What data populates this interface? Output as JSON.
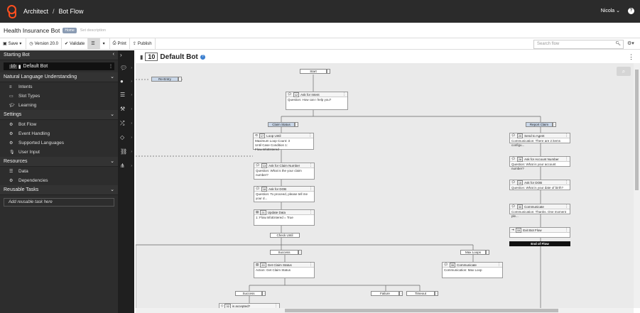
{
  "topbar": {
    "app": "Architect",
    "breadcrumb": "Bot Flow",
    "user": "Nicola",
    "user_chevron": "⌄",
    "help": "?"
  },
  "header": {
    "bot_name": "Health Insurance Bot",
    "badge": "Home",
    "description": "Set description"
  },
  "toolbar": {
    "save": "Save",
    "version": "Version 20.0",
    "validate": "Validate",
    "print": "Print",
    "publish": "Publish",
    "search_placeholder": "Search flow"
  },
  "sidebar": {
    "starting_bot": {
      "title": "Starting Bot",
      "selected_num": "10",
      "selected_label": "Default Bot"
    },
    "nlu": {
      "title": "Natural Language Understanding",
      "items": [
        "Intents",
        "Slot Types",
        "Learning"
      ]
    },
    "settings": {
      "title": "Settings",
      "items": [
        "Bot Flow",
        "Event Handling",
        "Supported Languages",
        "User Input"
      ]
    },
    "resources": {
      "title": "Resources",
      "items": [
        "Data",
        "Dependencies"
      ]
    },
    "reusable": {
      "title": "Reusable Tasks",
      "add_label": "Add reusable task here"
    }
  },
  "canvas": {
    "num": "10",
    "title": "Default Bot",
    "start": "Start",
    "reentry": "Re-Entry",
    "ask_intent": {
      "num": "12",
      "title": "Ask for Intent",
      "body": "Question: How can I help you?"
    },
    "claim_status": "Claim Status",
    "report_claim": "Report Claim",
    "loop": {
      "num": "17",
      "title": "Loop Until",
      "body1": "Maximum Loop Count: 3",
      "body2": "Until Case Condition 1: Flow.InfoEntered"
    },
    "ask_claim": {
      "num": "13",
      "title": "Ask for Claim Number",
      "body": "Question: What is the your claim number?"
    },
    "ask_dob": {
      "num": "18",
      "title": "Ask for DOB",
      "body": "Question: To proceed, please tell me your d..."
    },
    "update": {
      "num": "21",
      "title": "Update Data",
      "body": "1: Flow.InfoEntered = True"
    },
    "check_until": "Check Until",
    "success": "Success",
    "max_loops": "Max Loops",
    "get_claim": {
      "num": "20",
      "title": "Get Claim Status",
      "body": "Action: Get Claim Status"
    },
    "communicate_max": {
      "num": "35",
      "title": "Communicate",
      "body": "Communication: Max Loop"
    },
    "success2": "Success",
    "failure": "Failure",
    "timeout": "Timeout",
    "is_accepted": {
      "num": "32",
      "title": "is accepted?"
    },
    "send_agent": {
      "num": "29",
      "title": "Send to Agent",
      "body": "Communication: There are 2 items configu..."
    },
    "ask_account": {
      "num": "28",
      "title": "Ask for Account Number",
      "body": "Question: What is your account number?"
    },
    "ask_dob2": {
      "num": "15",
      "title": "Ask for DOB",
      "body": "Question: What is your date of birth?"
    },
    "communicate": {
      "num": "30",
      "title": "Communicate",
      "body": "Communication: Thanks. One moment ple..."
    },
    "exit": {
      "num": "33",
      "title": "Exit Bot Flow"
    },
    "end_of_flow": "End of Flow"
  }
}
